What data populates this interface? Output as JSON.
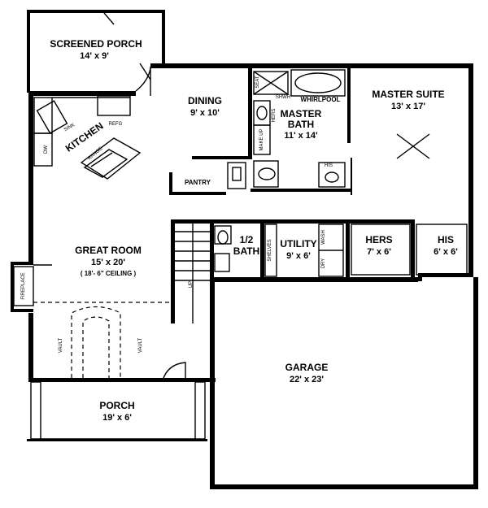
{
  "rooms": {
    "screened_porch": {
      "name": "SCREENED PORCH",
      "size": "14' x 9'"
    },
    "dining": {
      "name": "DINING",
      "size": "9' x 10'"
    },
    "master_bath": {
      "name1": "MASTER",
      "name2": "BATH",
      "size": "11' x 14'"
    },
    "master_suite": {
      "name": "MASTER SUITE",
      "size": "13' x 17'"
    },
    "kitchen": {
      "name": "KITCHEN"
    },
    "great_room": {
      "name": "GREAT ROOM",
      "size": "15' x 20'",
      "note": "( 18'- 6\" CEILING )"
    },
    "half_bath": {
      "name1": "1/2",
      "name2": "BATH"
    },
    "utility": {
      "name": "UTILITY",
      "size": "9' x 6'"
    },
    "hers_closet": {
      "name": "HERS",
      "size": "7' x 6'"
    },
    "his_closet": {
      "name": "HIS",
      "size": "6' x 6'"
    },
    "garage": {
      "name": "GARAGE",
      "size": "22' x 23'"
    },
    "porch": {
      "name": "PORCH",
      "size": "19' x 6'"
    }
  },
  "fixtures": {
    "pantry": "PANTRY",
    "sink": "SINK",
    "refg": "REFG",
    "dw": "DW",
    "range": "RANGE",
    "seat": "SEAT",
    "shwr": "SHWR",
    "whirlpool": "WHIRLPOOL",
    "hers_vanity": "HERS",
    "his_vanity": "HIS",
    "make_up": "MAKE UP",
    "fireplace": "FIREPLACE",
    "vault_1": "VAULT",
    "vault_2": "VAULT",
    "up": "UP",
    "shelves": "SHELVES",
    "dry": "DRY",
    "wash": "WASH"
  }
}
